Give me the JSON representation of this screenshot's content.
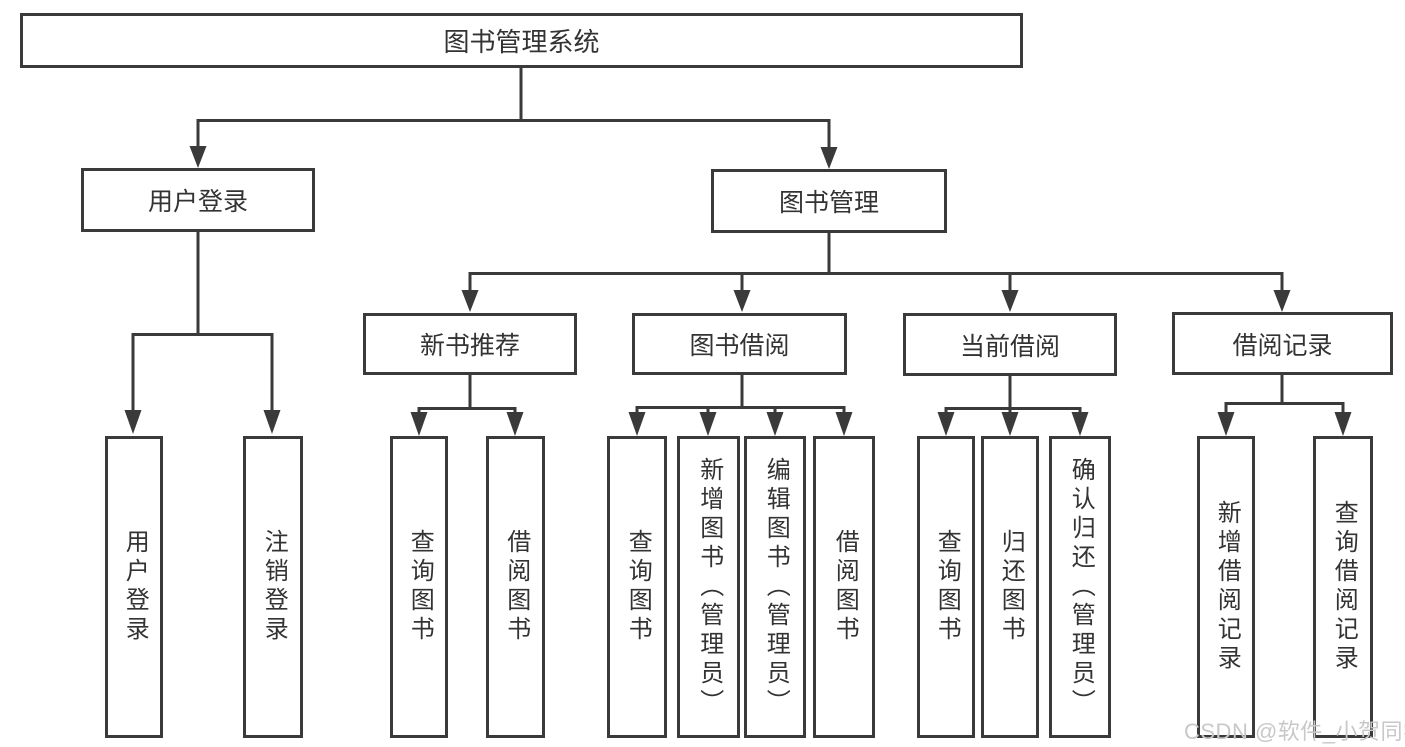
{
  "diagram": {
    "title": "图书管理系统",
    "root": {
      "label": "图书管理系统"
    },
    "branches": [
      {
        "label": "用户登录",
        "children": [
          {
            "label": "用户登录"
          },
          {
            "label": "注销登录"
          }
        ]
      },
      {
        "label": "图书管理",
        "children": [
          {
            "label": "新书推荐",
            "children": [
              {
                "label": "查询图书"
              },
              {
                "label": "借阅图书"
              }
            ]
          },
          {
            "label": "图书借阅",
            "children": [
              {
                "label": "查询图书"
              },
              {
                "label": "新增图书（管理员）"
              },
              {
                "label": "编辑图书（管理员）"
              },
              {
                "label": "借阅图书"
              }
            ]
          },
          {
            "label": "当前借阅",
            "children": [
              {
                "label": "查询图书"
              },
              {
                "label": "归还图书"
              },
              {
                "label": "确认归还（管理员）"
              }
            ]
          },
          {
            "label": "借阅记录",
            "children": [
              {
                "label": "新增借阅记录"
              },
              {
                "label": "查询借阅记录"
              }
            ]
          }
        ]
      }
    ]
  },
  "watermark": {
    "text": "CSDN @软件_小贺同学"
  },
  "colors": {
    "line": "#3a3a3a",
    "border": "#3a3a3a",
    "text": "#333333",
    "watermark": "#c8c8c8",
    "background": "#ffffff"
  }
}
